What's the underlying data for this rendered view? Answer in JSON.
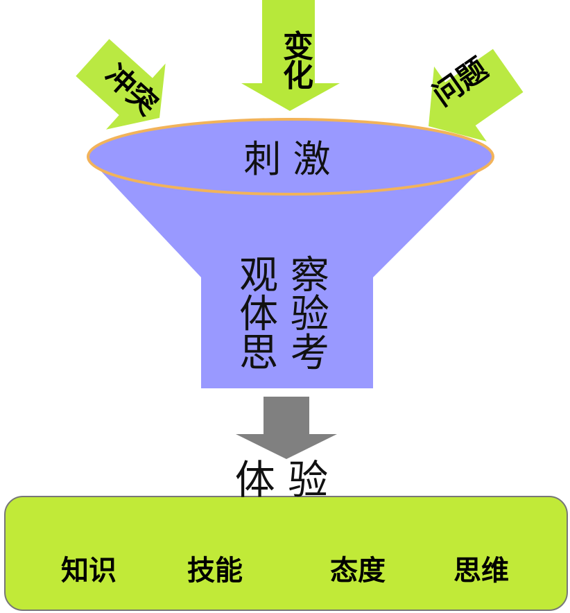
{
  "inputs": {
    "left": "冲突",
    "top_first": "变",
    "top_second": "化",
    "right": "问题"
  },
  "funnel": {
    "top_label": "刺 激",
    "processes": [
      "观 察",
      "体 验",
      "思 考"
    ]
  },
  "output": {
    "label": "体 验"
  },
  "outcomes": [
    "知识",
    "技能",
    "态度",
    "思维"
  ],
  "colors": {
    "funnel_fill": "#9999ff",
    "funnel_rim": "#f2b35a",
    "arrow_green": "#b7e83a",
    "arrow_gray": "#808080",
    "box_fill": "#c1ea38",
    "box_border": "#777777"
  }
}
